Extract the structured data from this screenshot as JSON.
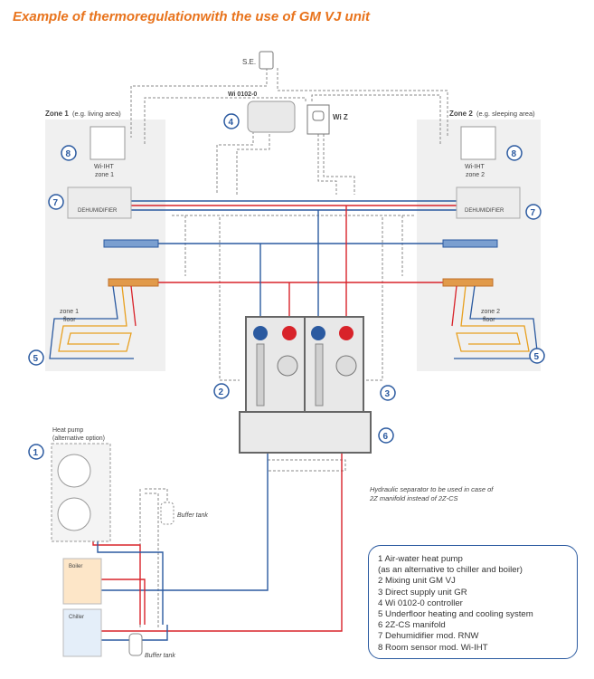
{
  "title": "Example of thermoregulationwith the use of GM VJ unit",
  "labels": {
    "se": "S.E.",
    "wi0102": "Wi 0102-0",
    "wiz": "Wi Z",
    "zone1_title": "Zone 1",
    "zone1_sub": "(e.g. living area)",
    "zone2_title": "Zone 2",
    "zone2_sub": "(e.g. sleeping area)",
    "wiiht": "Wi-IHT",
    "zone1": "zone 1",
    "zone2": "zone 2",
    "dehum": "DEHUMIDIFIER",
    "floor1_a": "zone 1",
    "floor1_b": "floor",
    "floor2_a": "zone 2",
    "floor2_b": "floor",
    "heatpump_a": "Heat pump",
    "heatpump_b": "(alternative option)",
    "boiler": "Boiler",
    "chiller": "Chiller",
    "buffer1": "Buffer tank",
    "buffer2": "Buffer tank",
    "hydraulic_a": "Hydraulic separator to be used in case of",
    "hydraulic_b": "2Z manifold instead of 2Z-CS"
  },
  "callouts": [
    "1",
    "2",
    "3",
    "4",
    "5",
    "5",
    "6",
    "7",
    "7",
    "8",
    "8"
  ],
  "legend": [
    {
      "num": "1",
      "text": "Air-water heat pump"
    },
    {
      "num": "",
      "text": "(as an alternative to chiller and boiler)"
    },
    {
      "num": "2",
      "text": "Mixing unit GM VJ"
    },
    {
      "num": "3",
      "text": "Direct supply unit GR"
    },
    {
      "num": "4",
      "text": "Wi 0102-0 controller"
    },
    {
      "num": "5",
      "text": "Underfloor heating and cooling system"
    },
    {
      "num": "6",
      "text": "2Z-CS manifold"
    },
    {
      "num": "7",
      "text": "Dehumidifier mod. RNW"
    },
    {
      "num": "8",
      "text": "Room sensor mod. Wi-IHT"
    }
  ],
  "colors": {
    "accent": "#e8731c",
    "blue": "#2b5aa0",
    "red": "#d8232a",
    "grey": "#888888",
    "zone_bg": "#f0f0f0"
  }
}
